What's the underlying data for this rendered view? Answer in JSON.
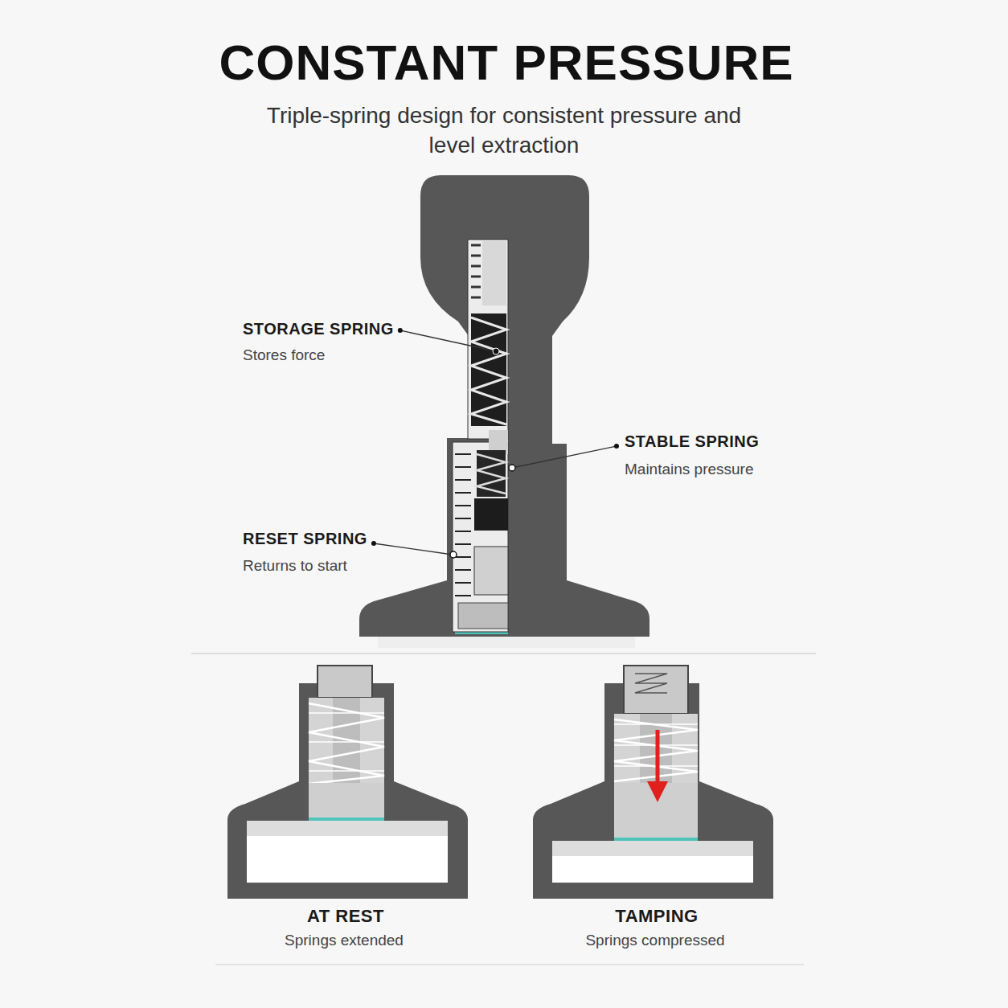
{
  "diagram": {
    "title": "CONSTANT PRESSURE",
    "labels": [
      "Triple-spring design for consistent pressure and level extraction",
      "STORAGE SPRING",
      "Stores force",
      "STABLE SPRING",
      "Maintains pressure",
      "RESET SPRING",
      "Returns to start",
      "AT REST",
      "Springs extended",
      "TAMPING",
      "Springs compressed"
    ]
  }
}
